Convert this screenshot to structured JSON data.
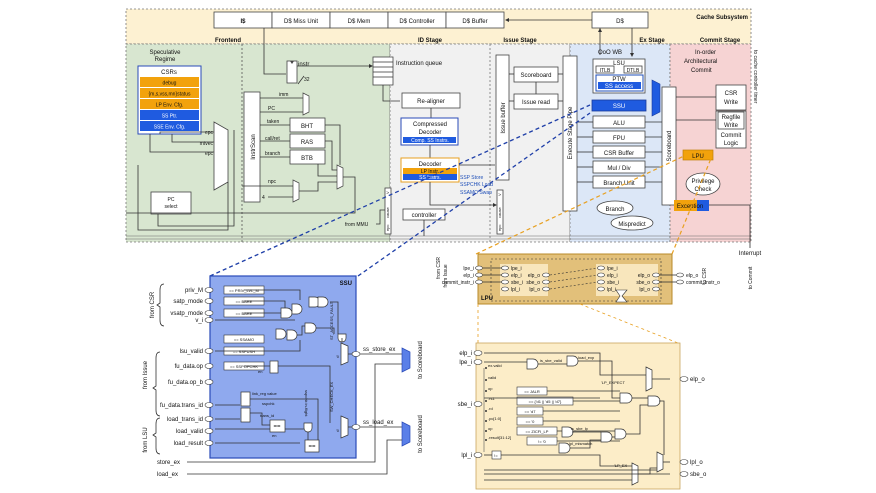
{
  "cache": {
    "title": "Cache Subsystem",
    "blocks": [
      "I$",
      "D$ Miss Unit",
      "D$ Mem",
      "D$ Controller",
      "D$ Buffer"
    ],
    "dcache": "D$"
  },
  "stages": {
    "frontend": "Frontend",
    "id": "ID Stage",
    "issue": "Issue Stage",
    "ex": "Ex Stage",
    "commit": "Commit Stage"
  },
  "speculative": {
    "title_line1": "Speculative",
    "title_line2": "Regime",
    "csrs_title": "CSRs",
    "csr_rows": [
      {
        "label": "debug",
        "color": "#f2a20c"
      },
      {
        "label": "{m,s,vss,mn}status",
        "color": "#f2a20c"
      },
      {
        "label": "LP Env. Cfg.",
        "color": "#f2a20c"
      },
      {
        "label": "SS Ptr.",
        "color": "#1f5be0"
      },
      {
        "label": "SSE Env. Cfg.",
        "color": "#1f5be0"
      }
    ],
    "mux_inputs": [
      "epc",
      "mtvec",
      "epc"
    ],
    "pc_select_line1": "PC",
    "pc_select_line2": "select"
  },
  "frontend": {
    "instr": "instr",
    "width": "32",
    "instrscan": "InstrScan",
    "signals": [
      "imm",
      "PC",
      "taken",
      "call/ret",
      "branch"
    ],
    "predictors": [
      "BHT",
      "RAS",
      "BTB"
    ],
    "npc": "npc",
    "four": "4",
    "from_mmu": "from MMU",
    "pipe_reg": [
      "epc",
      "cause",
      "V"
    ]
  },
  "id": {
    "instruction_queue": "Instruction queue",
    "realigner": "Re-aligner",
    "compressed_decoder_line1": "Compressed",
    "compressed_decoder_line2": "Decoder",
    "comp_ss": "Comp. SS Instrs.",
    "decoder": "Decoder",
    "lp_instr": "LP Instr.",
    "ss_instrs": "SS Instrs.",
    "ss_ops": [
      "SSP Store",
      "SSPCHK Load",
      "SSAMO Swap"
    ],
    "controller": "controller",
    "pipe_reg": [
      "epc",
      "cause",
      "V"
    ]
  },
  "issue": {
    "scoreboard": "Scoreboard",
    "issue_read": "Issue read",
    "issue_buffer": "Issue buffer"
  },
  "ex": {
    "pipe": "Execute Stage Pipe",
    "ooo_wb": "OoO WB",
    "lsu": "LSU",
    "itlb": "ITLB",
    "dtlb": "DTLB",
    "ptw": "PTW",
    "ss_access": "SS access",
    "ssu": "SSU",
    "units": [
      "ALU",
      "FPU",
      "CSR Buffer",
      "Mul / Div",
      "Branch Unit"
    ],
    "branch": "Branch",
    "mispredict": "Mispredict"
  },
  "commit": {
    "title_line1": "In-order",
    "title_line2": "Architectural",
    "title_line3": "Commit",
    "scoreboard": "Scoreboard",
    "csr_write_line1": "CSR",
    "csr_write_line2": "Write",
    "regfile_line1": "Regfile",
    "regfile_line2": "Write",
    "commit_logic_line1": "Commit",
    "commit_logic_line2": "Logic",
    "lpu": "LPU",
    "privilege_line1": "Privilege",
    "privilege_line2": "Check",
    "exception": "Exception",
    "to_cache": "to cache controller timer",
    "interrupt": "Interrupt"
  },
  "ssu_detail": {
    "title": "SSU",
    "from_csr": "from CSR",
    "from_issue": "from Issue",
    "from_lsu": "from LSU",
    "csr_inputs": [
      "priv_M",
      "satp_mode",
      "vsatp_mode",
      "v_i"
    ],
    "issue_inputs": [
      "lsu_valid",
      "fu_data.op",
      "fu_data.op_b",
      "fu_data.trans_id"
    ],
    "lsu_inputs": [
      "load_trans_id",
      "load_valid",
      "load_result"
    ],
    "comparators": [
      "== PRIV_LVL_M",
      "== BARE",
      "== BARE",
      "== SSAMO",
      "== SSPUSH",
      "== SSPOPCHK"
    ],
    "internal_labels": [
      "en",
      "link_reg value",
      "sspchk",
      "trans_id",
      "en",
      "sspchk in-flight",
      "ST_ACCESS_FAULT",
      "SW_CHECK_EX",
      "'0",
      "'0"
    ],
    "eq": "==",
    "outputs": [
      "ss_store_ex",
      "ss_load_ex"
    ],
    "bottom_signals": [
      "store_ex",
      "load_ex"
    ],
    "to_scoreboard": "to Scoreboard"
  },
  "lpu_detail": {
    "title": "LPU",
    "from_csr": "from CSR",
    "from_issue": "from Issue",
    "inputs": [
      "lpe_i",
      "elp_i",
      "commit_instr_i"
    ],
    "inner_ports_in": [
      "lpe_i",
      "elp_i",
      "sbe_i",
      "lpl_i"
    ],
    "inner_ports_out": [
      "elp_o",
      "sbe_o",
      "lpl_o"
    ],
    "outputs": [
      "elp_o",
      "commit_instr_o"
    ],
    "to_csr": "to CSR",
    "to_commit": "to Commit"
  },
  "lpu_logic": {
    "inputs": [
      "elp_i",
      "lpe_i",
      "sbe_i",
      "lpl_i"
    ],
    "fields": [
      "ex.valid",
      "valid",
      "op",
      ".rs1",
      ".rd",
      ".pc[1:0]",
      "op",
      ".result[31:12]"
    ],
    "comparators": [
      "== JALR",
      "== {'d1 || 'd5 || 'd7}",
      "== 'd7",
      "== '0",
      "== ZICFI_LP",
      "!= '0"
    ],
    "signals": [
      "is_sbe_valid",
      "load_exp",
      "is_sbe_lp",
      "lpl_mismatch",
      "'LP_EXPECT",
      "'LP_EX"
    ],
    "le": "!=",
    "outputs": [
      "elp_o",
      "lpl_o",
      "sbe_o"
    ]
  }
}
